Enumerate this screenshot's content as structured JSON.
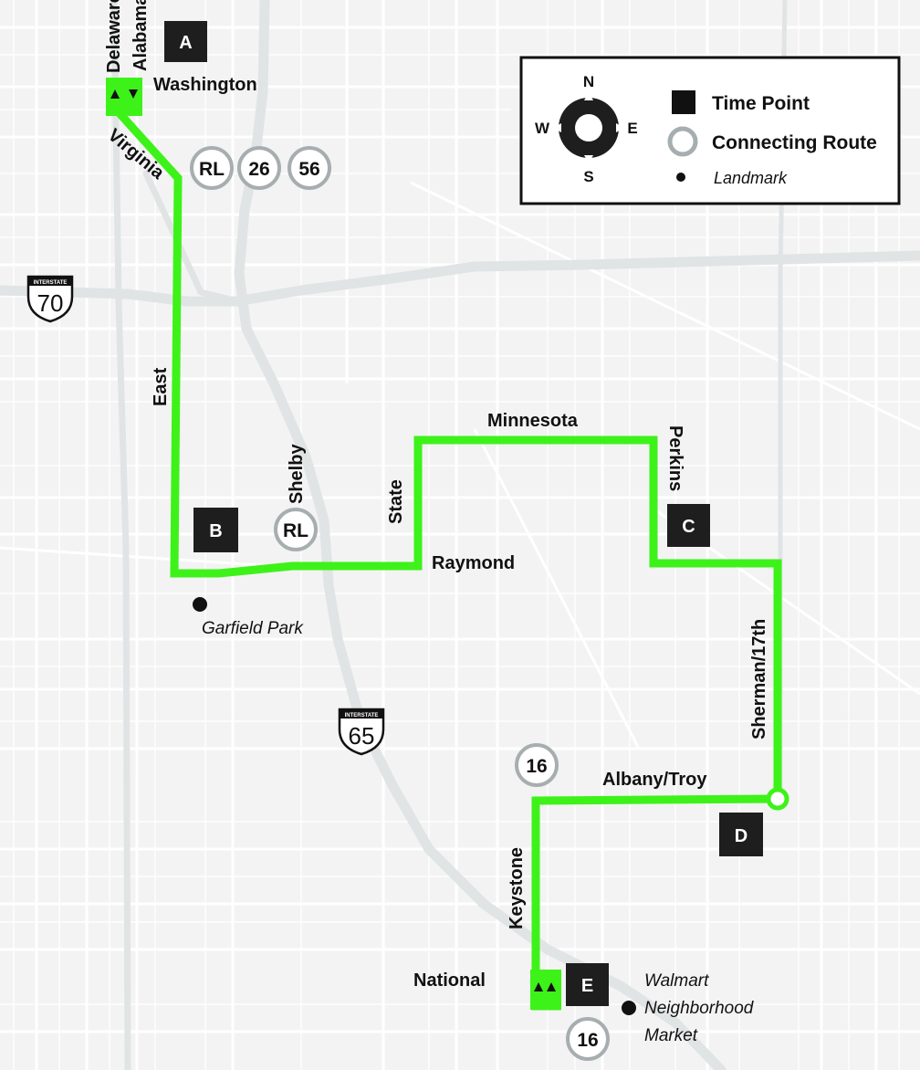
{
  "colors": {
    "route": "#3df219",
    "background": "#f3f3f3",
    "street": "#ffffff",
    "highway": "#e1e4e5",
    "time_point": "#1e1e1e",
    "connecting_ring": "#a7aeb0"
  },
  "streets": {
    "delaware": "Delaware",
    "alabama": "Alabama",
    "washington": "Washington",
    "virginia": "Virginia",
    "east": "East",
    "shelby": "Shelby",
    "state": "State",
    "minnesota": "Minnesota",
    "perkins": "Perkins",
    "raymond": "Raymond",
    "sherman_17th": "Sherman/17th",
    "albany_troy": "Albany/Troy",
    "keystone": "Keystone",
    "national": "National"
  },
  "time_points": {
    "a": "A",
    "b": "B",
    "c": "C",
    "d": "D",
    "e": "E"
  },
  "connecting_routes": {
    "rl_north": "RL",
    "r26": "26",
    "r56": "56",
    "rl_shelby": "RL",
    "r16_north": "16",
    "r16_south": "16"
  },
  "landmarks": {
    "garfield_park": "Garfield Park",
    "walmart_line1": "Walmart",
    "walmart_line2": "Neighborhood",
    "walmart_line3": "Market"
  },
  "interstates": {
    "i70": {
      "top": "INTERSTATE",
      "number": "70"
    },
    "i65": {
      "top": "INTERSTATE",
      "number": "65"
    }
  },
  "legend": {
    "compass": {
      "n": "N",
      "s": "S",
      "e": "E",
      "w": "W"
    },
    "time_point": "Time Point",
    "connecting_route": "Connecting Route",
    "landmark": "Landmark"
  }
}
